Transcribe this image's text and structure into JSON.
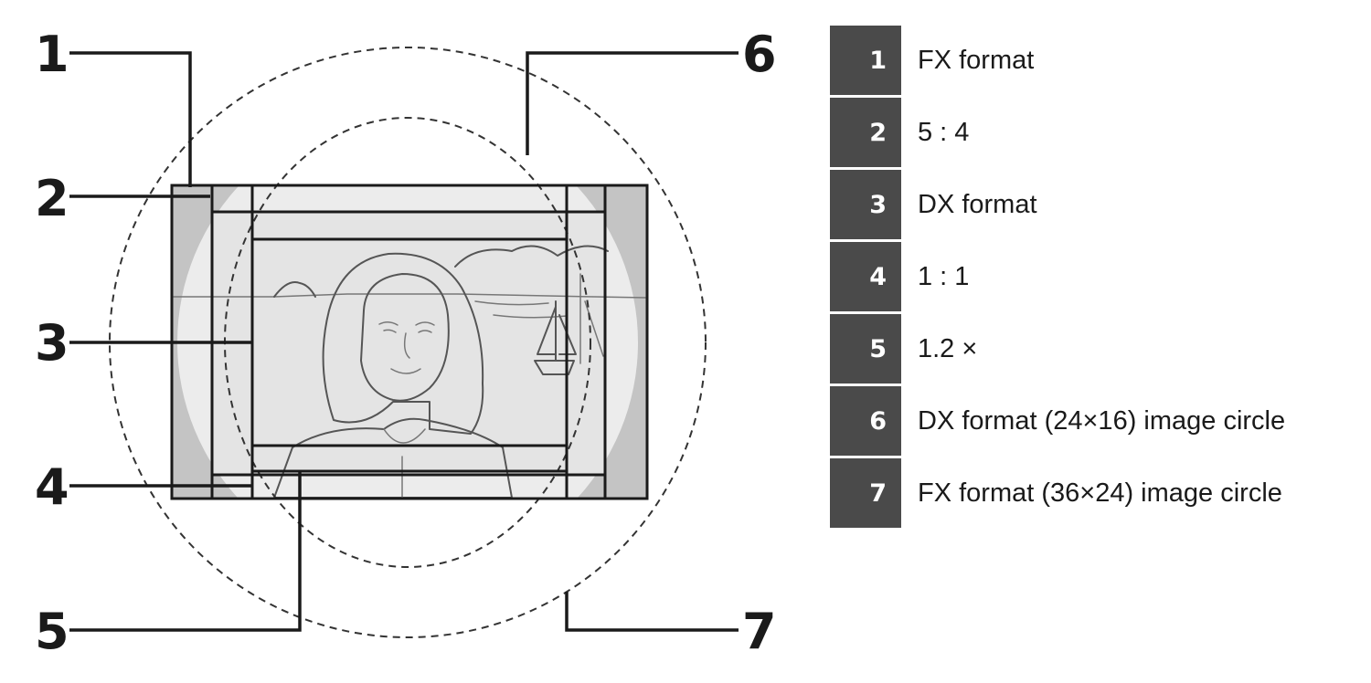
{
  "callouts": [
    "1",
    "2",
    "3",
    "4",
    "5",
    "6",
    "7"
  ],
  "legend": [
    {
      "num": "1",
      "label": "FX format"
    },
    {
      "num": "2",
      "label": "5 : 4"
    },
    {
      "num": "3",
      "label": "DX format"
    },
    {
      "num": "4",
      "label": "1 : 1"
    },
    {
      "num": "5",
      "label": "1.2 ×"
    },
    {
      "num": "6",
      "label": "DX format (24×16) image circle"
    },
    {
      "num": "7",
      "label": "FX format (36×24) image circle"
    }
  ],
  "colors": {
    "legend_badge": "#4a4a4a",
    "outer_band": "#c4c4c4",
    "scene_fill": "#e6e6e6",
    "text": "#1a1a1a"
  }
}
